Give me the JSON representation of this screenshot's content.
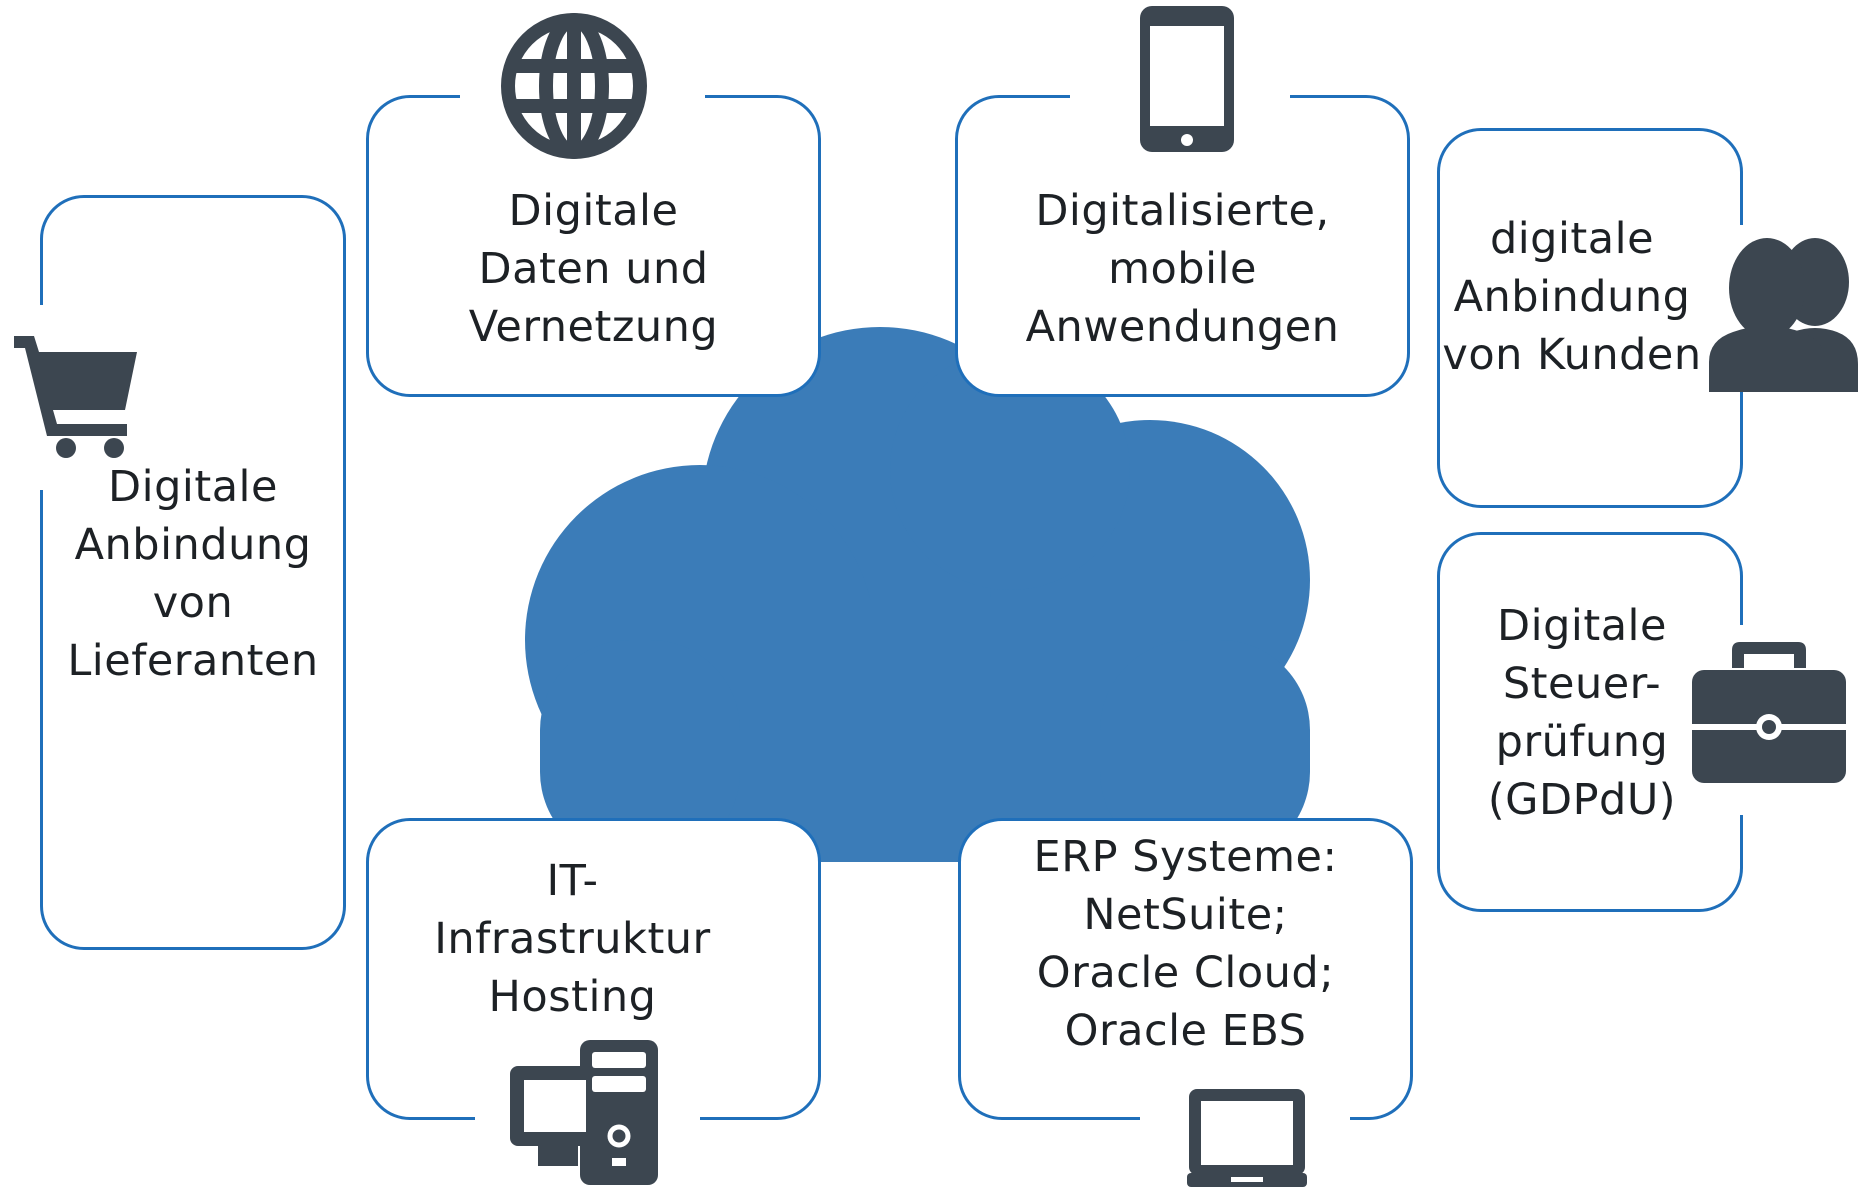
{
  "colors": {
    "cloud": "#3b7cb8",
    "card_border": "#1f6fba",
    "icon": "#3c4650",
    "text": "#1d2125"
  },
  "cards": {
    "lieferanten": {
      "lines": [
        "Digitale",
        "Anbindung",
        "von",
        "Lieferanten"
      ],
      "icon": "shopping-cart-icon"
    },
    "daten": {
      "lines": [
        "Digitale",
        "Daten und",
        "Vernetzung"
      ],
      "icon": "globe-icon"
    },
    "mobile": {
      "lines": [
        "Digitalisierte,",
        "mobile",
        "Anwendungen"
      ],
      "icon": "smartphone-icon"
    },
    "kunden": {
      "lines": [
        "digitale",
        "Anbindung",
        "von Kunden"
      ],
      "icon": "users-icon"
    },
    "steuer": {
      "lines": [
        "Digitale",
        "Steuer-",
        "prüfung",
        "(GDPdU)"
      ],
      "icon": "briefcase-icon"
    },
    "it": {
      "lines": [
        "IT-",
        "Infrastruktur",
        "Hosting"
      ],
      "icon": "desktop-server-icon"
    },
    "erp": {
      "lines": [
        "ERP Systeme:",
        "NetSuite;",
        "Oracle Cloud;",
        "Oracle EBS"
      ],
      "icon": "laptop-icon"
    }
  }
}
